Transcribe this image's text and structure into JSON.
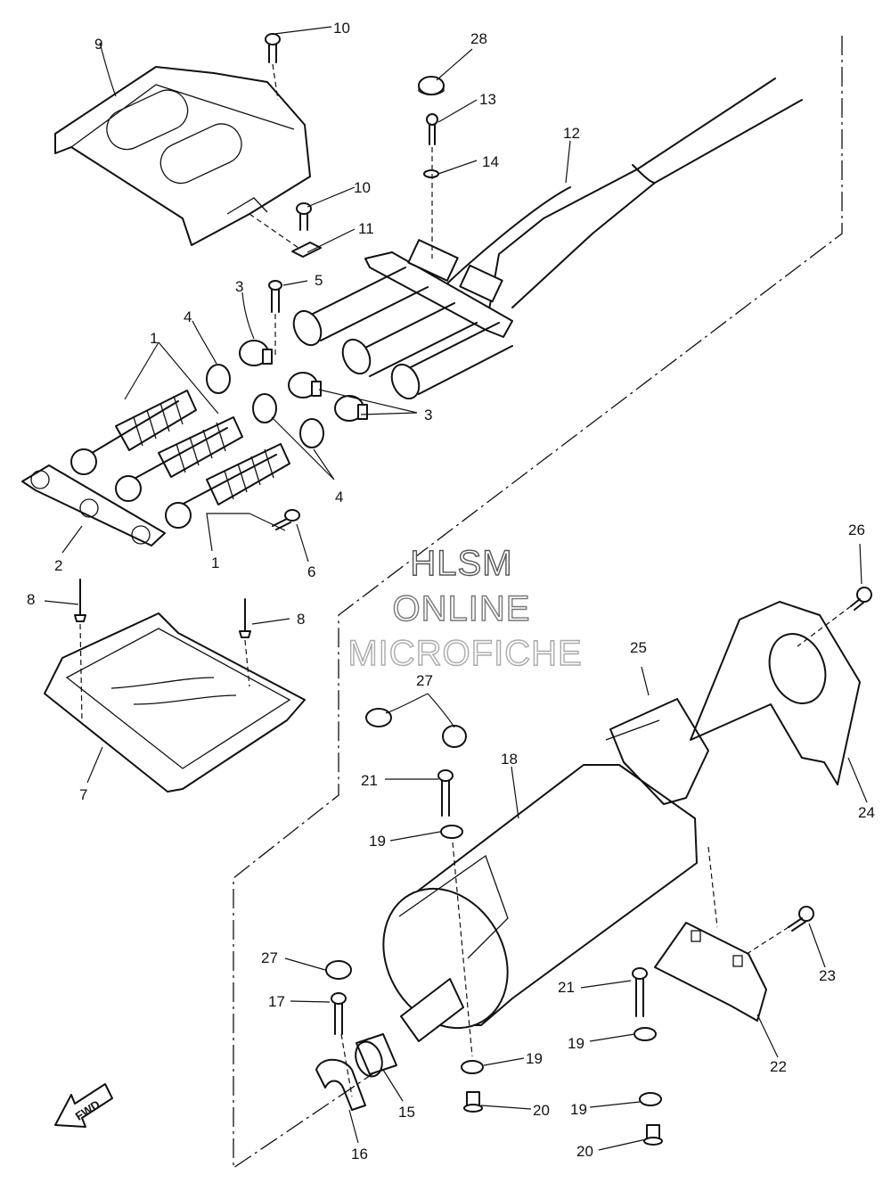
{
  "watermark": {
    "line1": "HLSM",
    "line2": "ONLINE",
    "line3": "MICROFICHE",
    "line1_color": "#555555",
    "line2_color": "#777777",
    "line3_color": "#aaaaaa"
  },
  "direction_label": "FWD",
  "callouts": {
    "c1a": "1",
    "c1b": "1",
    "c2": "2",
    "c3a": "3",
    "c3b": "3",
    "c4a": "4",
    "c4b": "4",
    "c5": "5",
    "c6": "6",
    "c7": "7",
    "c8a": "8",
    "c8b": "8",
    "c9": "9",
    "c10a": "10",
    "c10b": "10",
    "c11": "11",
    "c12": "12",
    "c13": "13",
    "c14": "14",
    "c15": "15",
    "c16": "16",
    "c17": "17",
    "c18": "18",
    "c19a": "19",
    "c19b": "19",
    "c19c": "19",
    "c19d": "19",
    "c20a": "20",
    "c20b": "20",
    "c21a": "21",
    "c21b": "21",
    "c22": "22",
    "c23": "23",
    "c24": "24",
    "c25": "25",
    "c26": "26",
    "c27a": "27",
    "c27b": "27",
    "c28": "28"
  }
}
